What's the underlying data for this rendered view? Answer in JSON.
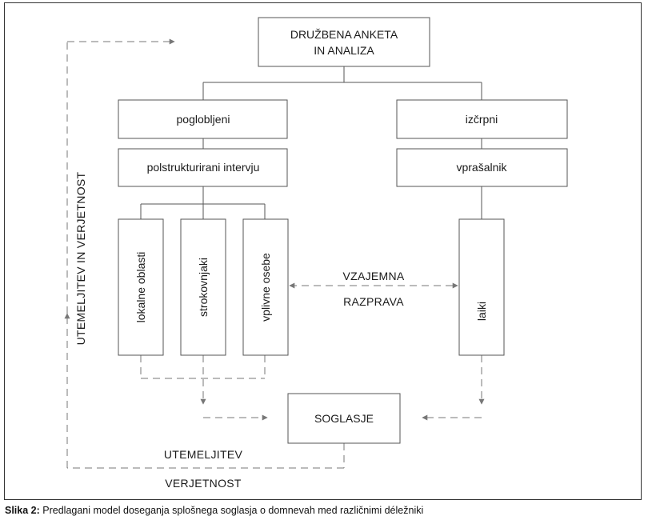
{
  "diagram": {
    "top_box": {
      "line1": "DRUŽBENA ANKETA",
      "line2": "IN ANALIZA"
    },
    "left_branch": {
      "label": "poglobljeni",
      "method": "polstrukturirani intervju"
    },
    "right_branch": {
      "label": "izčrpni",
      "method": "vprašalnik"
    },
    "groups": {
      "local": "lokalne oblasti",
      "experts": "strokovnjaki",
      "influential": "vplivne osebe",
      "lay": "laiki"
    },
    "discussion": {
      "line1": "VZAJEMNA",
      "line2": "RAZPRAVA"
    },
    "consensus": "SOGLASJE",
    "feedback_vertical": "UTEMELJITEV IN VERJETNOST",
    "feedback_bottom": {
      "line1": "UTEMELJITEV",
      "line2": "VERJETNOST"
    }
  },
  "caption": {
    "label": "Slika 2:",
    "text": "Predlagani model doseganja splošnega soglasja o domnevah med različnimi déležniki"
  }
}
